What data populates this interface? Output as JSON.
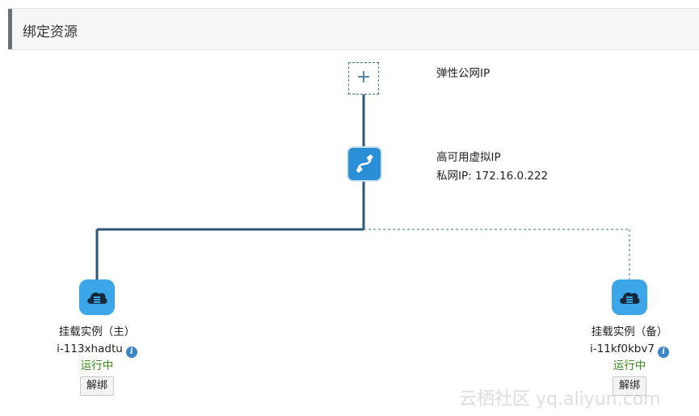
{
  "header": {
    "title": "绑定资源"
  },
  "eip": {
    "add_symbol": "+",
    "label": "弹性公网IP"
  },
  "vip": {
    "title": "高可用虚拟IP",
    "private_ip": "私网IP: 172.16.0.222"
  },
  "instances": [
    {
      "role": "挂载实例（主）",
      "id": "i-113xhadtu",
      "status": "运行中",
      "action": "解绑"
    },
    {
      "role": "挂载实例（备）",
      "id": "i-11kf0kbv7",
      "status": "运行中",
      "action": "解绑"
    }
  ],
  "watermark": "云栖社区 yq.aliyun.com",
  "colors": {
    "link_line": "#2b5775",
    "status_green": "#3a8d1e",
    "icon_blue": "#3ba6e8"
  }
}
